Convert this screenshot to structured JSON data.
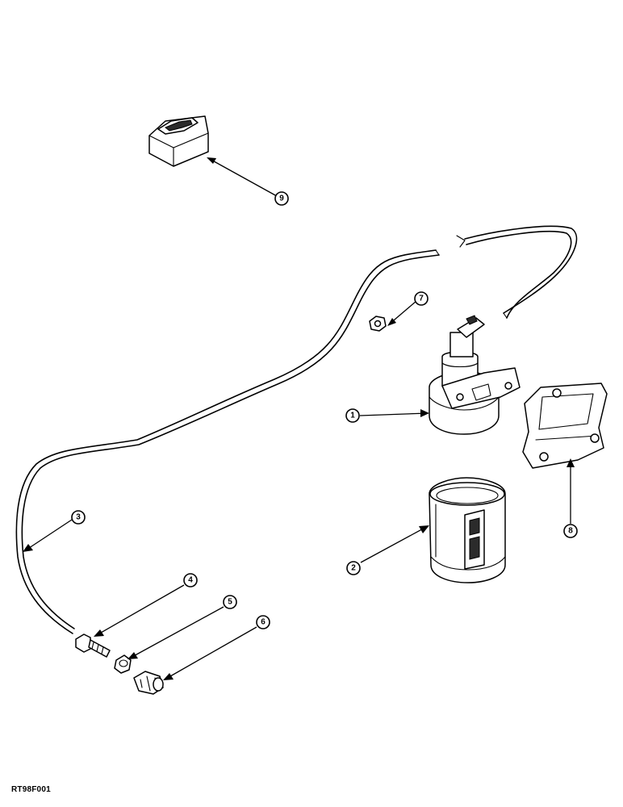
{
  "figure": {
    "reference_code": "RT98F001"
  },
  "callouts": [
    {
      "id": "1",
      "label": "1"
    },
    {
      "id": "2",
      "label": "2"
    },
    {
      "id": "3",
      "label": "3"
    },
    {
      "id": "4",
      "label": "4"
    },
    {
      "id": "5",
      "label": "5"
    },
    {
      "id": "6",
      "label": "6"
    },
    {
      "id": "7",
      "label": "7"
    },
    {
      "id": "8",
      "label": "8"
    },
    {
      "id": "9",
      "label": "9"
    }
  ]
}
